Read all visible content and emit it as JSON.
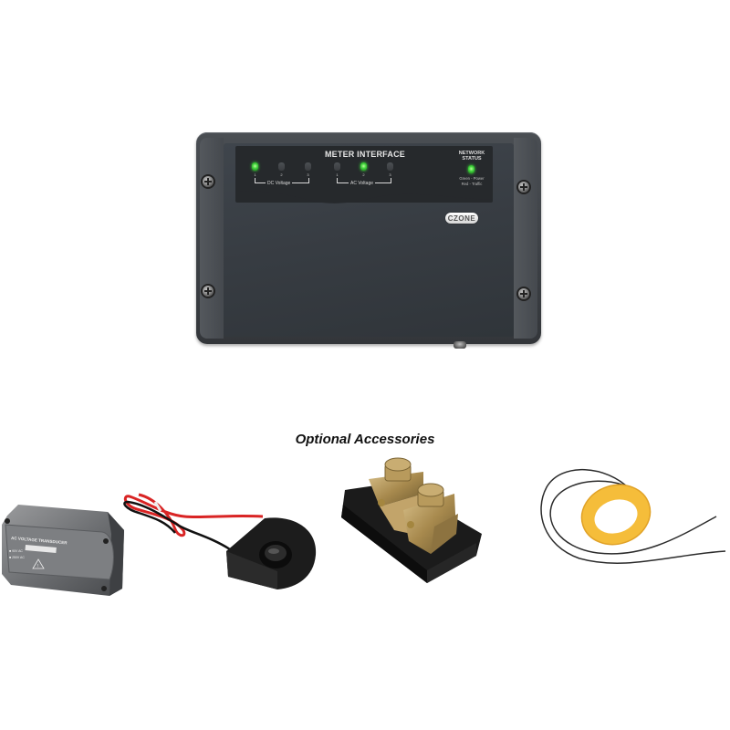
{
  "device": {
    "name": "Meter Interface",
    "panel_title": "METER INTERFACE",
    "brand_logo": "CZONE",
    "network_status": {
      "title_line1": "NETWORK",
      "title_line2": "STATUS",
      "legend_line1": "Green - Power",
      "legend_line2": "Red - Traffic",
      "led_state": "on",
      "led_color": "#3ed13a"
    },
    "dc_voltage": {
      "label": "DC Voltage",
      "channels": [
        {
          "number": "1",
          "state": "on"
        },
        {
          "number": "2",
          "state": "off"
        },
        {
          "number": "3",
          "state": "off"
        }
      ]
    },
    "ac_voltage": {
      "label": "AC Voltage",
      "channels": [
        {
          "number": "1",
          "state": "off"
        },
        {
          "number": "2",
          "state": "on"
        },
        {
          "number": "3",
          "state": "off"
        }
      ]
    },
    "colors": {
      "enclosure": "#3c4045",
      "panel": "#26292c",
      "led_on": "#3ed13a"
    }
  },
  "accessories": {
    "title": "Optional Accessories",
    "items": [
      {
        "name": "AC Voltage Transducer",
        "label_text": "AC VOLTAGE TRANSDUCER"
      },
      {
        "name": "Current Transformer Sensor"
      },
      {
        "name": "DC Current Shunt"
      },
      {
        "name": "Toroidal Current Coil"
      }
    ]
  }
}
